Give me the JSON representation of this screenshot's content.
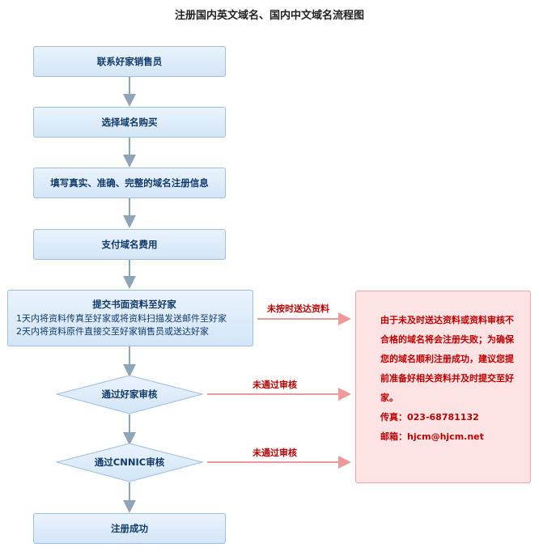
{
  "title": "注册国内英文域名、国内中文域名流程图",
  "steps": {
    "contact": "联系好家销售员",
    "choose": "选择域名购买",
    "fill": "填写真实、准确、完整的域名注册信息",
    "pay": "支付域名费用",
    "submit": {
      "head": "提交书面资料至好家",
      "line1": "1天内将资料传真至好家或将资料扫描发送邮件至好家",
      "line2": "2天内将资料原件直接交至好家销售员或送达好家"
    },
    "review1": "通过好家审核",
    "review2": "通过CNNIC审核",
    "success": "注册成功"
  },
  "edges": {
    "late": "未按时送达资料",
    "fail1": "未通过审核",
    "fail2": "未通过审核"
  },
  "notice": {
    "text": "由于未及时送达资料或资料审核不合格的域名将会注册失败；为确保您的域名顺利注册成功，建议您提前准备好相关资料并及时提交至好家。",
    "fax": "传真：023-68781132",
    "email": "邮箱：hjcm@hjcm.net"
  }
}
